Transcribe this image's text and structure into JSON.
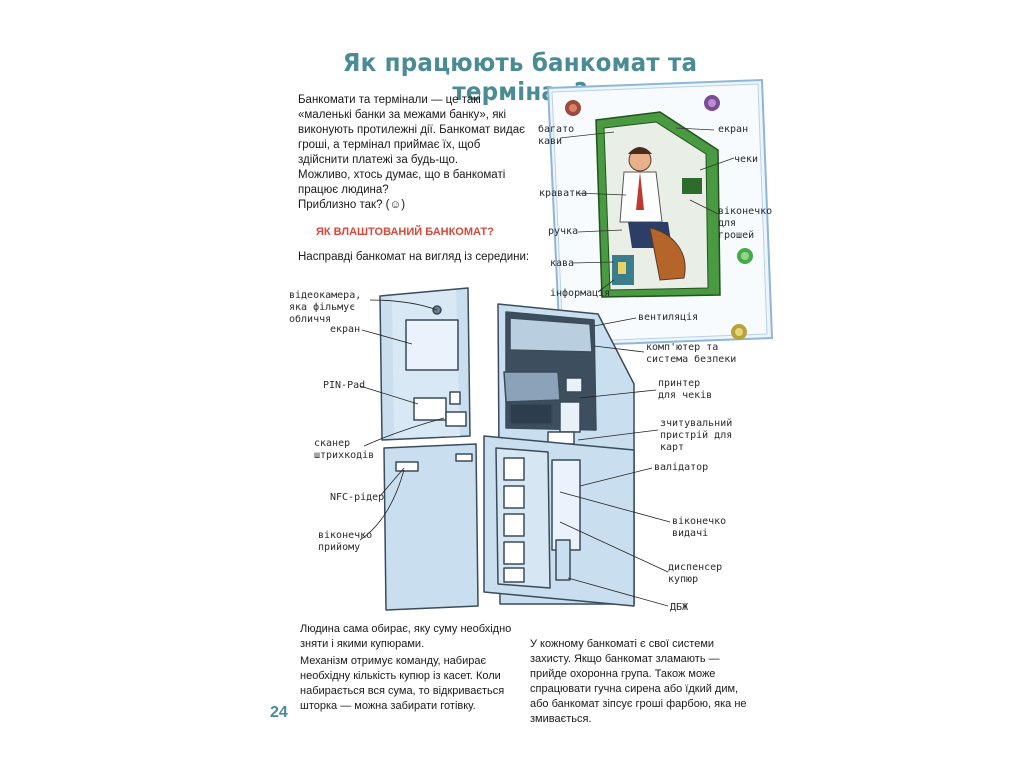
{
  "title": "Як працюють банкомат та термінал?",
  "intro": {
    "p1": "Банкомати та термінали — це такі «маленькі банки за межами банку», які виконують протилежні дії. Банкомат видає гроші, а термінал приймає їх, щоб здійснити платежі за будь-що.",
    "p2": "Можливо, хтось думає, що в банкоматі працює людина?",
    "p3": "Приблизно так? (☺)"
  },
  "subheading": "ЯК ВЛАШТОВАНИЙ БАНКОМАТ?",
  "lead": "Насправді банкомат на вигляд із середини:",
  "inset_labels": {
    "coffee": "багато кави",
    "screen": "екран",
    "receipts": "чеки",
    "tie": "краватка",
    "cash_window": "віконечко для грошей",
    "pen": "ручка",
    "cup": "кава",
    "info": "інформація"
  },
  "atm_labels": {
    "camera": "відеокамера, яка фільмує обличчя",
    "screen": "екран",
    "pinpad": "PIN-Pad",
    "barcode": "сканер штрихкодів",
    "nfc": "NFC-рідер",
    "intake": "віконечко прийому",
    "vent": "вентиляція",
    "computer": "комп'ютер та система безпеки",
    "printer": "принтер для чеків",
    "card_reader": "зчитувальний пристрій для карт",
    "validator": "валідатор",
    "output": "віконечко видачі",
    "dispenser": "диспенсер купюр",
    "ups": "ДБЖ"
  },
  "bottom_left": {
    "p1": "Людина сама обирає, яку суму необхідно зняти і якими купюрами.",
    "p2": "Механізм отримує команду, набирає необхідну кількість купюр із касет. Коли набирається вся сума, то відкривається шторка — можна забирати готівку."
  },
  "bottom_right": {
    "p1": "У кожному банкоматі є свої системи захисту. Якщо банкомат зламають — прийде охоронна група. Також може спрацювати гучна сирена або їдкий дим, або банкомат зіпсує гроші фарбою, яка не змивається."
  },
  "page_number": "24",
  "colors": {
    "accent": "#4b8b95",
    "subhead": "#d8483b",
    "atm_body": "#c9dff0",
    "atm_outline": "#3a4b5a",
    "inset_green": "#3d8a3a"
  }
}
